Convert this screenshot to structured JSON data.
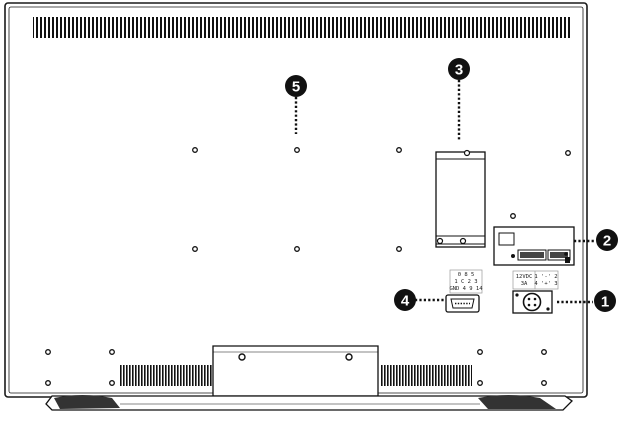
{
  "callouts": [
    {
      "id": "callout-1",
      "number": "1"
    },
    {
      "id": "callout-2",
      "number": "2"
    },
    {
      "id": "callout-3",
      "number": "3"
    },
    {
      "id": "callout-4",
      "number": "4"
    },
    {
      "id": "callout-5",
      "number": "5"
    }
  ],
  "labels": {
    "power_voltage": "12VDC",
    "power_current": "3A",
    "power_pinout_top": "1 '-' 2",
    "power_pinout_bottom": "4 '+' 3",
    "serial_row1": "0 8 5",
    "serial_row2": "1 C 2 3",
    "serial_row3": "GND 4 9 14"
  },
  "colors": {
    "outline": "#1a1a1a",
    "panel": "#ffffff",
    "callout_fill": "#111111",
    "callout_text": "#ffffff"
  }
}
